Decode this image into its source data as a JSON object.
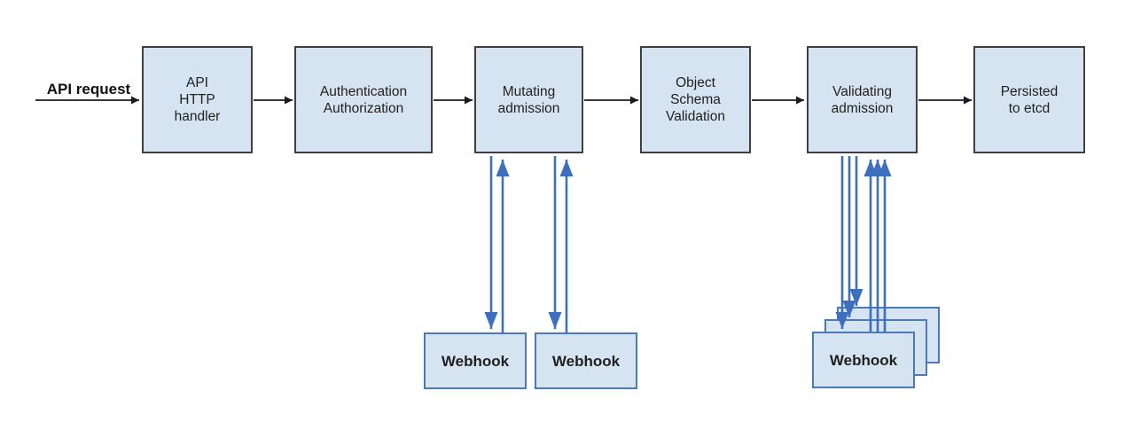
{
  "flow": {
    "input_label": "API request",
    "nodes": [
      {
        "id": "api-http-handler",
        "label": "API\nHTTP\nhandler"
      },
      {
        "id": "authentication-authorization",
        "label": "Authentication\nAuthorization"
      },
      {
        "id": "mutating-admission",
        "label": "Mutating\nadmission"
      },
      {
        "id": "object-schema-validation",
        "label": "Object\nSchema\nValidation"
      },
      {
        "id": "validating-admission",
        "label": "Validating\nadmission"
      },
      {
        "id": "persisted-to-etcd",
        "label": "Persisted\nto etcd"
      }
    ]
  },
  "webhooks": {
    "mutating": [
      {
        "label": "Webhook"
      },
      {
        "label": "Webhook"
      }
    ],
    "validating": [
      {
        "label": "Webhook",
        "stacked_boxes": 3
      }
    ]
  },
  "edges": [
    {
      "from": "api-request-input",
      "to": "api-http-handler",
      "style": "black",
      "label": "API request"
    },
    {
      "from": "api-http-handler",
      "to": "authentication-authorization",
      "style": "black"
    },
    {
      "from": "authentication-authorization",
      "to": "mutating-admission",
      "style": "black"
    },
    {
      "from": "mutating-admission",
      "to": "object-schema-validation",
      "style": "black"
    },
    {
      "from": "object-schema-validation",
      "to": "validating-admission",
      "style": "black"
    },
    {
      "from": "validating-admission",
      "to": "persisted-to-etcd",
      "style": "black"
    },
    {
      "from": "mutating-admission",
      "to": "webhook-1",
      "style": "blue",
      "bidirectional": true
    },
    {
      "from": "mutating-admission",
      "to": "webhook-2",
      "style": "blue",
      "bidirectional": true
    },
    {
      "from": "validating-admission",
      "to": "webhook-stack",
      "style": "blue",
      "bidirectional": true,
      "arrow_pairs": 3
    }
  ],
  "colors": {
    "node_fill": "#d6e4f2",
    "node_border": "#404040",
    "webhook_border": "#4a7ab8",
    "arrow_black": "#1a1a1a",
    "arrow_blue": "#3e6fbe",
    "text": "#1f1f1f",
    "background": "#ffffff"
  }
}
